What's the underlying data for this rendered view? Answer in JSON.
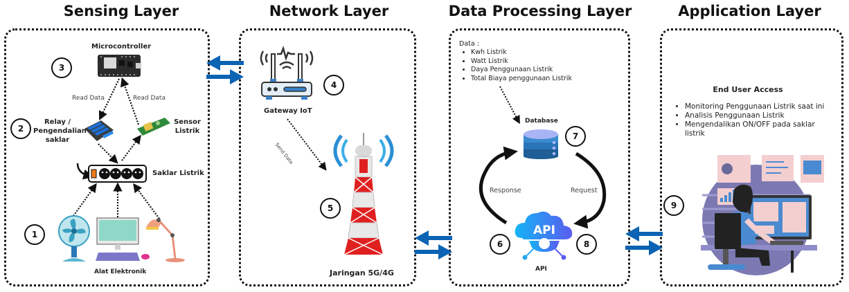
{
  "colors": {
    "arrow_blue": "#0b63b3",
    "tower_red": "#e02020",
    "db_blue": "#2f7fc4",
    "api_blue": "#1fa3f2",
    "outline": "#111111"
  },
  "layers": [
    {
      "title": "Sensing Layer",
      "components": {
        "microcontroller": "Microcontroller",
        "relay": "Relay / Pengendalian saklar",
        "relay_lines": [
          "Relay /",
          "Pengendalian",
          "saklar"
        ],
        "sensor": "Sensor Listrik",
        "sensor_lines": [
          "Sensor",
          "Listrik"
        ],
        "switch": "Saklar Listrik",
        "devices": "Alat Elektronik",
        "read_data_left": "Read Data",
        "read_data_right": "Read Data"
      },
      "steps": [
        "3",
        "2",
        "1"
      ]
    },
    {
      "title": "Network Layer",
      "components": {
        "gateway": "Gateway IoT",
        "send_data": "Send Data",
        "tower": "Jaringan 5G/4G"
      },
      "steps": [
        "4",
        "5"
      ]
    },
    {
      "title": "Data Processing Layer",
      "components": {
        "data_heading": "Data :",
        "data_items": [
          "Kwh Listrik",
          "Watt Listrik",
          "Daya Penggunaan Listrik",
          "Total Biaya penggunaan Listrik"
        ],
        "database": "Database",
        "response": "Response",
        "request": "Request",
        "api_label": "API",
        "api_icon_text": "API"
      },
      "steps": [
        "7",
        "6",
        "8"
      ]
    },
    {
      "title": "Application Layer",
      "components": {
        "heading": "End User Access",
        "items": [
          "Monitoring Penggunaan Listrik saat ini",
          "Analisis Penggunaan Listrik",
          "Mengendalikan ON/OFF pada saklar listrik"
        ]
      },
      "steps": [
        "9"
      ]
    }
  ],
  "icons": [
    "microcontroller-icon",
    "relay-icon",
    "sensor-icon",
    "power-strip-icon",
    "fan-icon",
    "computer-icon",
    "lamp-icon",
    "router-icon",
    "cell-tower-icon",
    "database-icon",
    "api-cloud-icon",
    "user-workstation-icon",
    "bidirectional-arrow-icon"
  ]
}
